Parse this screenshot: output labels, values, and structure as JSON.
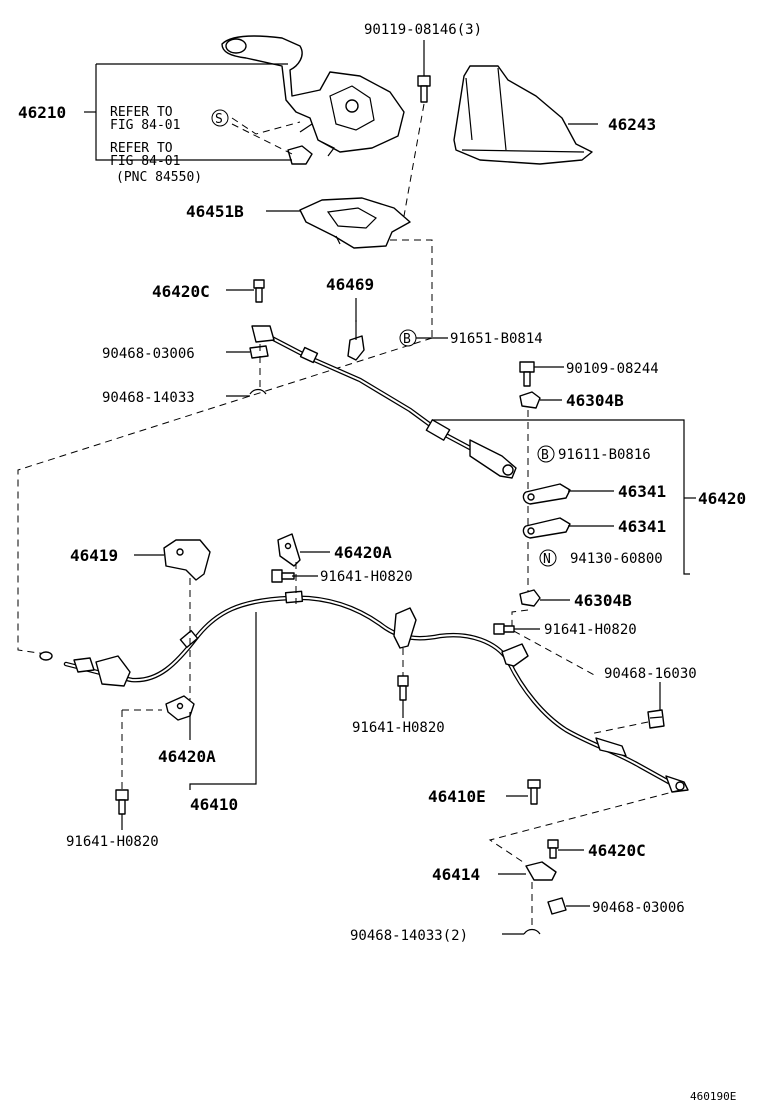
{
  "labels": {
    "p90119": "90119-08146(3)",
    "p46210": "46210",
    "ref1a": "REFER TO",
    "ref1b": "FIG 84-01",
    "ref2a": "REFER TO",
    "ref2b": "FIG 84-01",
    "pnc": "(PNC 84550)",
    "s_mark": "S",
    "p46243": "46243",
    "p46451B": "46451B",
    "p46420C_top": "46420C",
    "p46469": "46469",
    "b_mark1": "B",
    "p91651": "91651-B0814",
    "p90468_03006_top": "90468-03006",
    "p90468_14033_top": "90468-14033",
    "p90109": "90109-08244",
    "p46304B_top": "46304B",
    "b_mark2": "B",
    "p91611": "91611-B0816",
    "p46341_a": "46341",
    "p46420": "46420",
    "p46341_b": "46341",
    "n_mark": "N",
    "p94130": "94130-60800",
    "p46304B_bot": "46304B",
    "p46419": "46419",
    "p46420A_top": "46420A",
    "p91641_a": "91641-H0820",
    "p91641_b": "91641-H0820",
    "p90468_16030": "90468-16030",
    "p91641_c": "91641-H0820",
    "p46420A_bot": "46420A",
    "p46410": "46410",
    "p91641_d": "91641-H0820",
    "p46410E": "46410E",
    "p46420C_bot": "46420C",
    "p46414": "46414",
    "p90468_03006_bot": "90468-03006",
    "p90468_14033_bot": "90468-14033(2)",
    "footer_code": "460190E"
  }
}
